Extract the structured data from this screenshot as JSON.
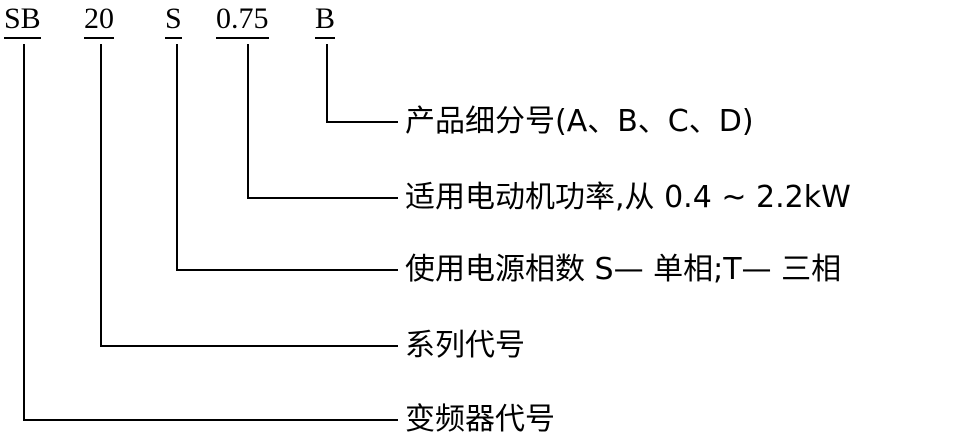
{
  "codes": [
    "SB",
    "20",
    "S",
    "0.75",
    "B"
  ],
  "labels": [
    "产品细分号(A、B、C、D)",
    "适用电动机功率,从 0.4 ~ 2.2kW",
    "使用电源相数   S— 单相;T— 三相",
    "系列代号",
    "变频器代号"
  ]
}
